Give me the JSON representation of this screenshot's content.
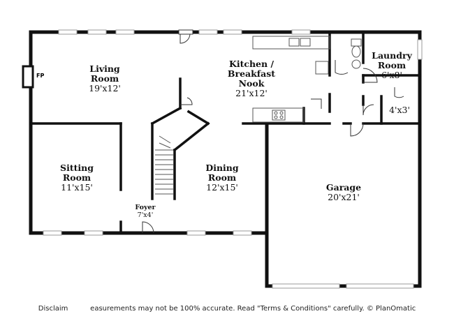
{
  "rooms": {
    "living": {
      "name1": "Living",
      "name2": "Room",
      "dim": "19'x12'"
    },
    "kitchen": {
      "name1": "Kitchen /",
      "name2": "Breakfast",
      "name3": "Nook",
      "dim": "21'x12'"
    },
    "laundry": {
      "name1": "Laundry",
      "name2": "Room",
      "dim": "6'x8'"
    },
    "closet": {
      "dim": "4'x3'"
    },
    "sitting": {
      "name1": "Sitting",
      "name2": "Room",
      "dim": "11'x15'"
    },
    "dining": {
      "name1": "Dining",
      "name2": "Room",
      "dim": "12'x15'"
    },
    "foyer": {
      "name": "Foyer",
      "dim": "7'x4'"
    },
    "garage": {
      "name": "Garage",
      "dim": "20'x21'"
    }
  },
  "fireplace": {
    "label": "FP"
  },
  "disclaimer": "Disclaim          easurements may not be 100% accurate. Read \"Terms & Conditions\" carefully. © PlanOmatic",
  "colors": {
    "wall": "#111111",
    "window": "#9a9a9a",
    "fixture": "#555555"
  }
}
